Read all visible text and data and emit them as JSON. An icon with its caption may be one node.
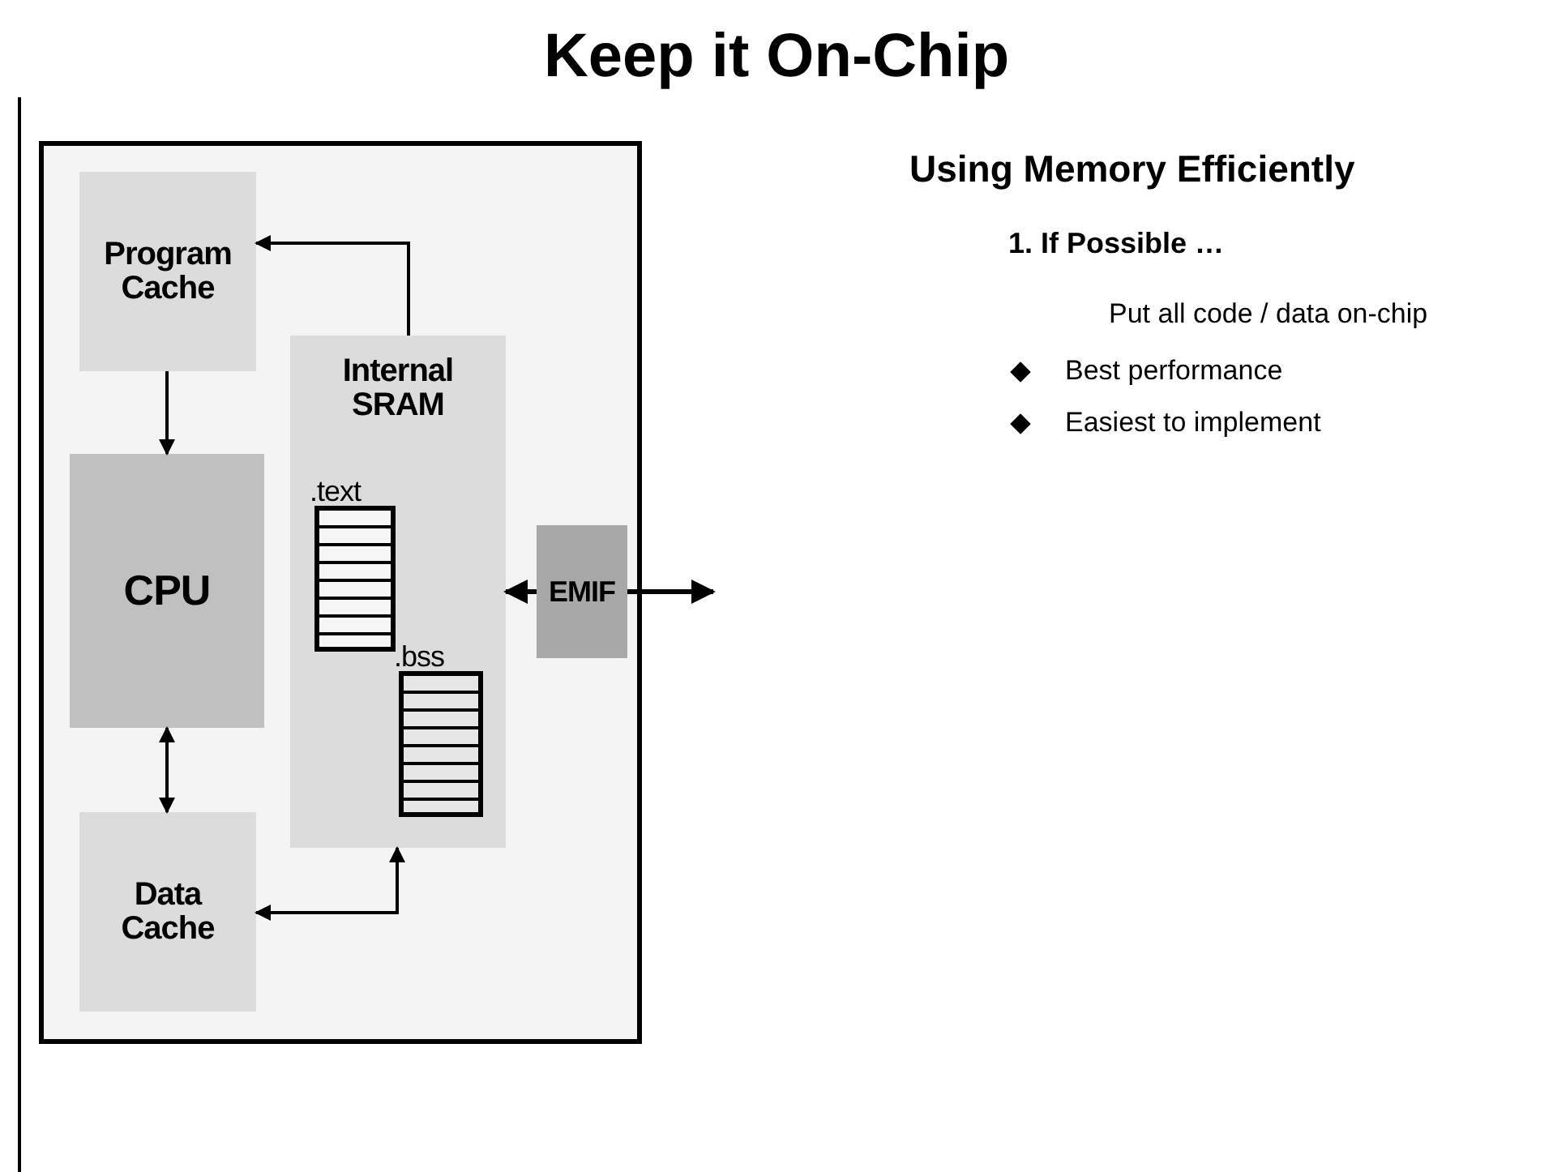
{
  "diagram": {
    "title": "Keep it On-Chip",
    "nodes": [
      {
        "text": [],
        "shape": "box"
      },
      {
        "text": [
          "Program Cache"
        ],
        "in": 0
      },
      {
        "text": [
          "Internal SRAM"
        ],
        "in": 0
      },
      {
        "text": [
          ".text"
        ],
        "in": 2
      },
      {
        "text": [
          ".bss"
        ],
        "in": 2
      },
      {
        "text": [
          "CPU"
        ],
        "in": 0
      },
      {
        "text": [
          "Data Cache"
        ],
        "in": 0
      },
      {
        "text": [
          "EMIF"
        ],
        "in": 0
      }
    ],
    "edges": [
      {
        "from": 2,
        "to": 1,
        "arrow": "to"
      },
      {
        "from": 1,
        "to": 5,
        "arrow": "to"
      },
      {
        "from": 5,
        "to": 6,
        "arrow": "both"
      },
      {
        "from": 6,
        "to": 2,
        "arrow": "both"
      },
      {
        "from": 7,
        "to": 2,
        "arrow": "to"
      },
      {
        "from": 7,
        "to": null,
        "arrow": "to"
      }
    ],
    "labels": [
      "Using Memory Efficiently",
      "1.  If Possible …",
      "Put all code / data on-chip",
      "Best performance",
      "Easiest to implement"
    ]
  }
}
